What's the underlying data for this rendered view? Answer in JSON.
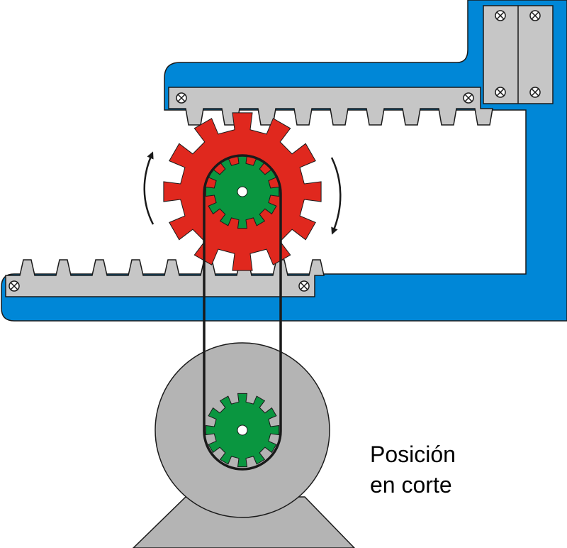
{
  "caption": {
    "line1": "Posición",
    "line2": "en corte"
  },
  "colors": {
    "frame": "#0087d7",
    "rack": "#c6c6c6",
    "big_gear": "#e0281e",
    "small_gear": "#0a9640",
    "motor": "#b4b4b4",
    "belt": "#1a1a1a",
    "outline": "#1a1a1a"
  },
  "components": {
    "top_rack_teeth": 9,
    "bottom_rack_teeth": 9,
    "big_gear_teeth": 12,
    "small_gear_teeth": 12,
    "screw_icons": [
      "screw-icon",
      "screw-icon",
      "screw-icon",
      "screw-icon",
      "screw-icon",
      "screw-icon",
      "screw-icon",
      "screw-icon"
    ],
    "rotation_arrows": [
      "counterclockwise-arrow-icon",
      "clockwise-arrow-icon"
    ]
  }
}
